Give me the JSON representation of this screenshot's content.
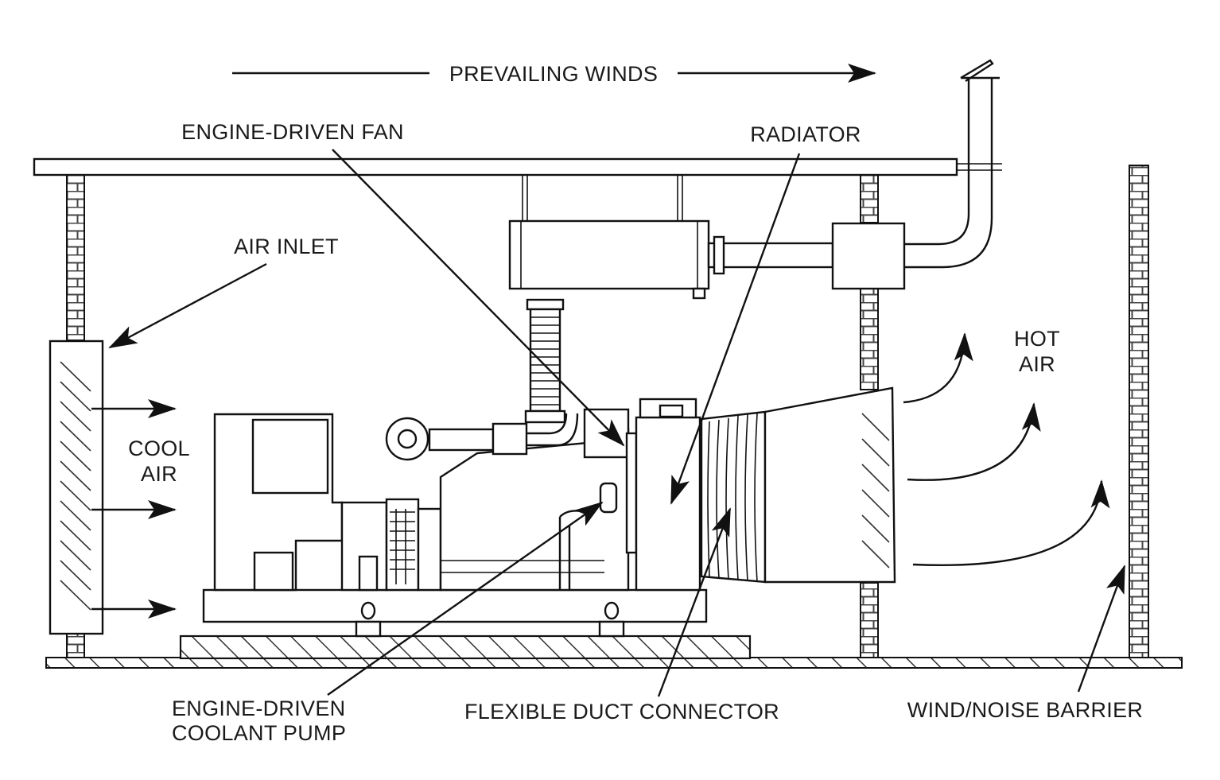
{
  "labels": {
    "prevailing_winds": "PREVAILING WINDS",
    "engine_driven_fan": "ENGINE-DRIVEN FAN",
    "radiator": "RADIATOR",
    "air_inlet": "AIR INLET",
    "cool_air_line1": "COOL",
    "cool_air_line2": "AIR",
    "hot_air_line1": "HOT",
    "hot_air_line2": "AIR",
    "coolant_pump_line1": "ENGINE-DRIVEN",
    "coolant_pump_line2": "COOLANT PUMP",
    "flexible_duct_connector": "FLEXIBLE DUCT CONNECTOR",
    "wind_noise_barrier": "WIND/NOISE BARRIER"
  }
}
